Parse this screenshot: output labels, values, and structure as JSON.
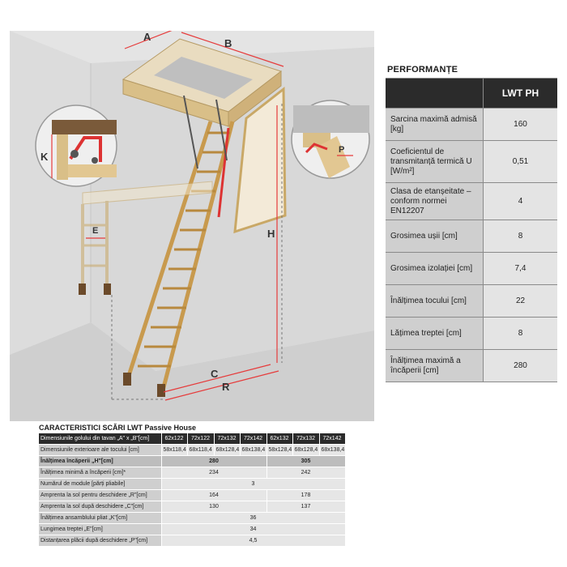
{
  "illustration": {
    "dimension_labels": {
      "a": "A",
      "b": "B",
      "k": "K",
      "p": "P",
      "e": "E",
      "h": "H",
      "c": "C",
      "r": "R"
    }
  },
  "performance": {
    "title": "PERFORMANȚE",
    "column_header": "LWT PH",
    "rows": [
      {
        "label": "Sarcina maximă admisă [kg]",
        "value": "160"
      },
      {
        "label": "Coeficientul de transmitanță termică U [W/m²]",
        "value": "0,51"
      },
      {
        "label": "Clasa de etanșeitate – conform normei EN12207",
        "value": "4"
      },
      {
        "label": "Grosimea ușii [cm]",
        "value": "8"
      },
      {
        "label": "Grosimea izolației [cm]",
        "value": "7,4"
      },
      {
        "label": "Înălțimea tocului [cm]",
        "value": "22"
      },
      {
        "label": "Lățimea treptei [cm]",
        "value": "8"
      },
      {
        "label": "Înălțimea maximă a încăperii [cm]",
        "value": "280"
      }
    ]
  },
  "specs": {
    "title": "CARACTERISTICI SCĂRI LWT Passive House",
    "rows": [
      {
        "label": "Dimensiunile golului din tavan „A\" x „B\"[cm]",
        "cells": [
          "62x122",
          "72x122",
          "72x132",
          "72x142",
          "62x132",
          "72x132",
          "72x142"
        ]
      },
      {
        "label": "Dimensiunile exterioare ale tocului [cm]",
        "cells": [
          "58x118,4",
          "68x118,4",
          "68x128,4",
          "68x138,4",
          "58x128,4",
          "68x128,4",
          "68x138,4"
        ]
      },
      {
        "label": "Înălțimea încăperii „H\"[cm]",
        "group1": "280",
        "group2": "305"
      },
      {
        "label": "Înălțimea minimă a încăperii [cm]*",
        "group1": "234",
        "group2": "242"
      },
      {
        "label": "Numărul de module [părți pliabile]",
        "all": "3"
      },
      {
        "label": "Amprenta la sol pentru deschidere „R\"[cm]",
        "group1": "164",
        "group2": "178"
      },
      {
        "label": "Amprenta la sol după deschidere „C\"[cm]",
        "group1": "130",
        "group2": "137"
      },
      {
        "label": "Înălțimea ansamblului pliat „K\"[cm]",
        "all": "36"
      },
      {
        "label": "Lungimea treptei „E\"[cm]",
        "all": "34"
      },
      {
        "label": "Distanțarea plăcii după deschidere „P\"[cm]",
        "all": "4,5"
      }
    ]
  },
  "colors": {
    "dark_header": "#2b2b2b",
    "label_bg": "#cfcfcf",
    "value_bg": "#e4e4e4",
    "accent_red": "#e63b3b",
    "wood": "#d9b878"
  }
}
